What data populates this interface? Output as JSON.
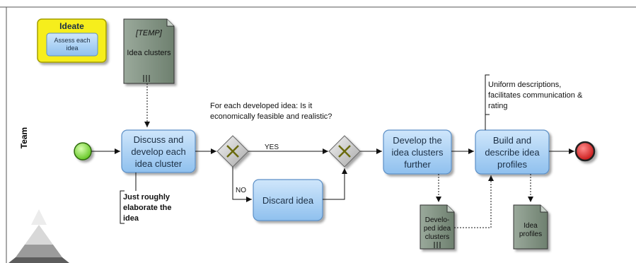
{
  "lane": {
    "label": "Team"
  },
  "ideate": {
    "title": "Ideate",
    "subtask": "Assess each idea"
  },
  "docs": {
    "temp": {
      "tag": "[TEMP]",
      "label": "Idea clusters"
    },
    "developed": {
      "label": "Develo-ped idea clusters"
    },
    "profiles": {
      "label": "Idea profiles"
    }
  },
  "tasks": {
    "discuss": "Discuss and develop each idea cluster",
    "discard": "Discard idea",
    "develop": "Develop the idea clusters further",
    "build": "Build and describe idea profiles"
  },
  "annotations": {
    "question": "For each developed idea: Is it economically feasible and realistic?",
    "rough": "Just roughly elaborate the idea",
    "uniform": "Uniform descriptions, facilitates communication & rating"
  },
  "flows": {
    "yes": "YES",
    "no": "NO"
  },
  "colors": {
    "task_fill": "#a7d0f4",
    "task_stroke": "#5b8fc6",
    "ideate_fill": "#f6ee1a",
    "start_fill": "#7fe03a",
    "end_fill": "#e12020",
    "gateway_fill": "#cfcfcf",
    "doc_fill": "#7f9180"
  }
}
